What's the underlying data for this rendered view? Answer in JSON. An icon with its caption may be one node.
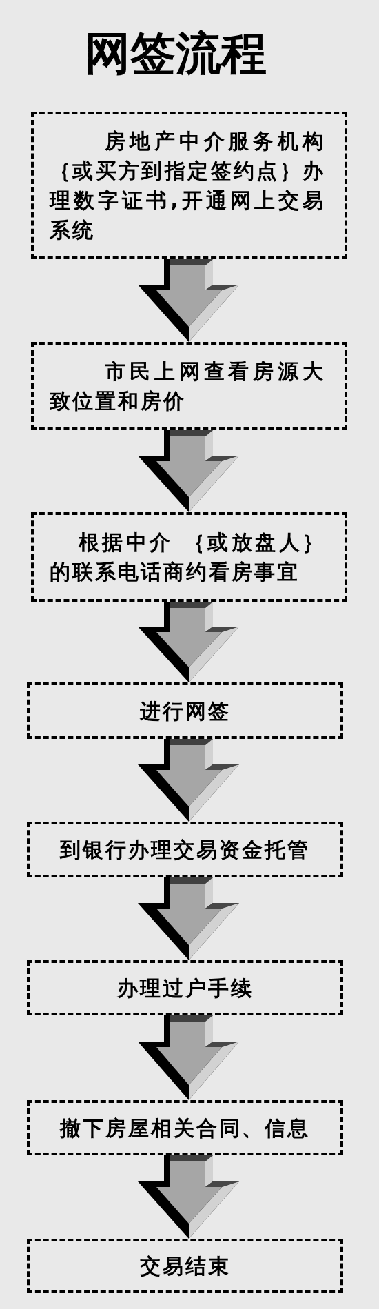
{
  "diagram": {
    "title": "网签流程",
    "nodes": [
      {
        "text": [
          "房地产中介服务机构｛或买方到指定签约点｝办理数字证书,开通网上交易系统"
        ]
      },
      {
        "text": [
          "市民上网查看房源大致位置和房价"
        ]
      },
      {
        "text": [
          "根据中介 ｛或放盘人｝的联系电话商约看房事宜"
        ]
      },
      {
        "text": [
          "进行网签"
        ]
      },
      {
        "text": [
          "到银行办理交易资金托管"
        ]
      },
      {
        "text": [
          "办理过户手续"
        ]
      },
      {
        "text": [
          "撤下房屋相关合同、信息"
        ]
      },
      {
        "text": [
          "交易结束"
        ]
      }
    ],
    "edges": [
      {
        "from": 0,
        "to": 1,
        "arrow": "to"
      },
      {
        "from": 1,
        "to": 2,
        "arrow": "to"
      },
      {
        "from": 2,
        "to": 3,
        "arrow": "to"
      },
      {
        "from": 3,
        "to": 4,
        "arrow": "to"
      },
      {
        "from": 4,
        "to": 5,
        "arrow": "to"
      },
      {
        "from": 5,
        "to": 6,
        "arrow": "to"
      },
      {
        "from": 6,
        "to": 7,
        "arrow": "to"
      }
    ]
  }
}
